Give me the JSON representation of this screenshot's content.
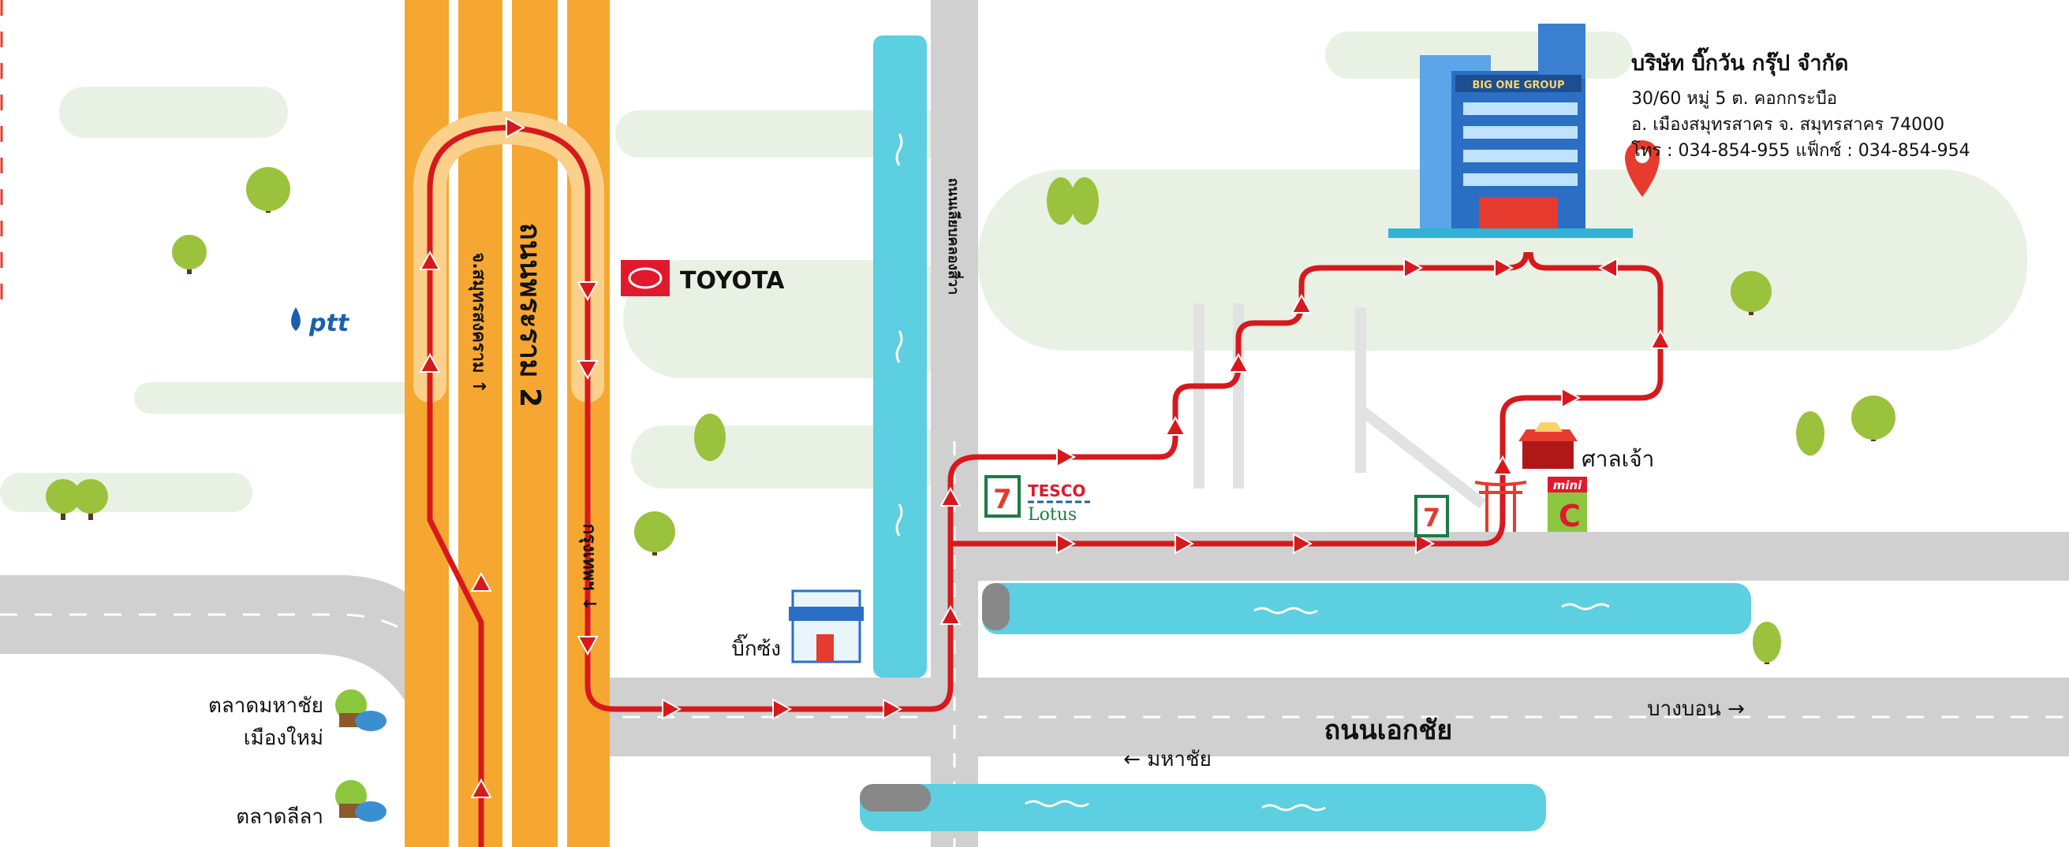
{
  "company": {
    "name": "บริษัท บิ๊กวัน กรุ๊ป จำกัด",
    "address_line1": "30/60 หมู่ 5 ต. คอกกระบือ",
    "address_line2": "อ. เมืองสมุทรสาคร จ. สมุทรสาคร 74000",
    "contact": "โทร : 034-854-955 แฟ็กซ์ : 034-854-954",
    "building_sign": "BIG ONE GROUP"
  },
  "roads": {
    "rama2": "ถนนพระราม 2",
    "to_samut_songkhram": "จ.สมุทรสงคราม ↑",
    "to_bangkok": "กรุงเทพฯ ↓",
    "canal_road": "ถนนเลียบคลองสี่วา",
    "ekachai": "ถนนเอกชัย",
    "to_bang_bon": "บางบอน →",
    "to_mahachai": "← มหาชัย"
  },
  "landmarks": {
    "toyota": "TOYOTA",
    "ptt": "ptt",
    "big_chang": "บิ๊กซ้ง",
    "shrine": "ศาลเจ้า",
    "market1_line1": "ตลาดมหาชัย",
    "market1_line2": "เมืองใหม่",
    "market2": "ตลาดลีลา",
    "tesco_1": "TESCO",
    "tesco_2": "Lotus",
    "seven_eleven": "7",
    "mini_bigc_1": "mini",
    "mini_bigc_2": "C"
  },
  "colors": {
    "route": "#d7191c",
    "rama2_road": "#f6a731",
    "road": "#cfcfcf",
    "canal": "#5ccfe0",
    "green_area": "#e8f0e3"
  }
}
